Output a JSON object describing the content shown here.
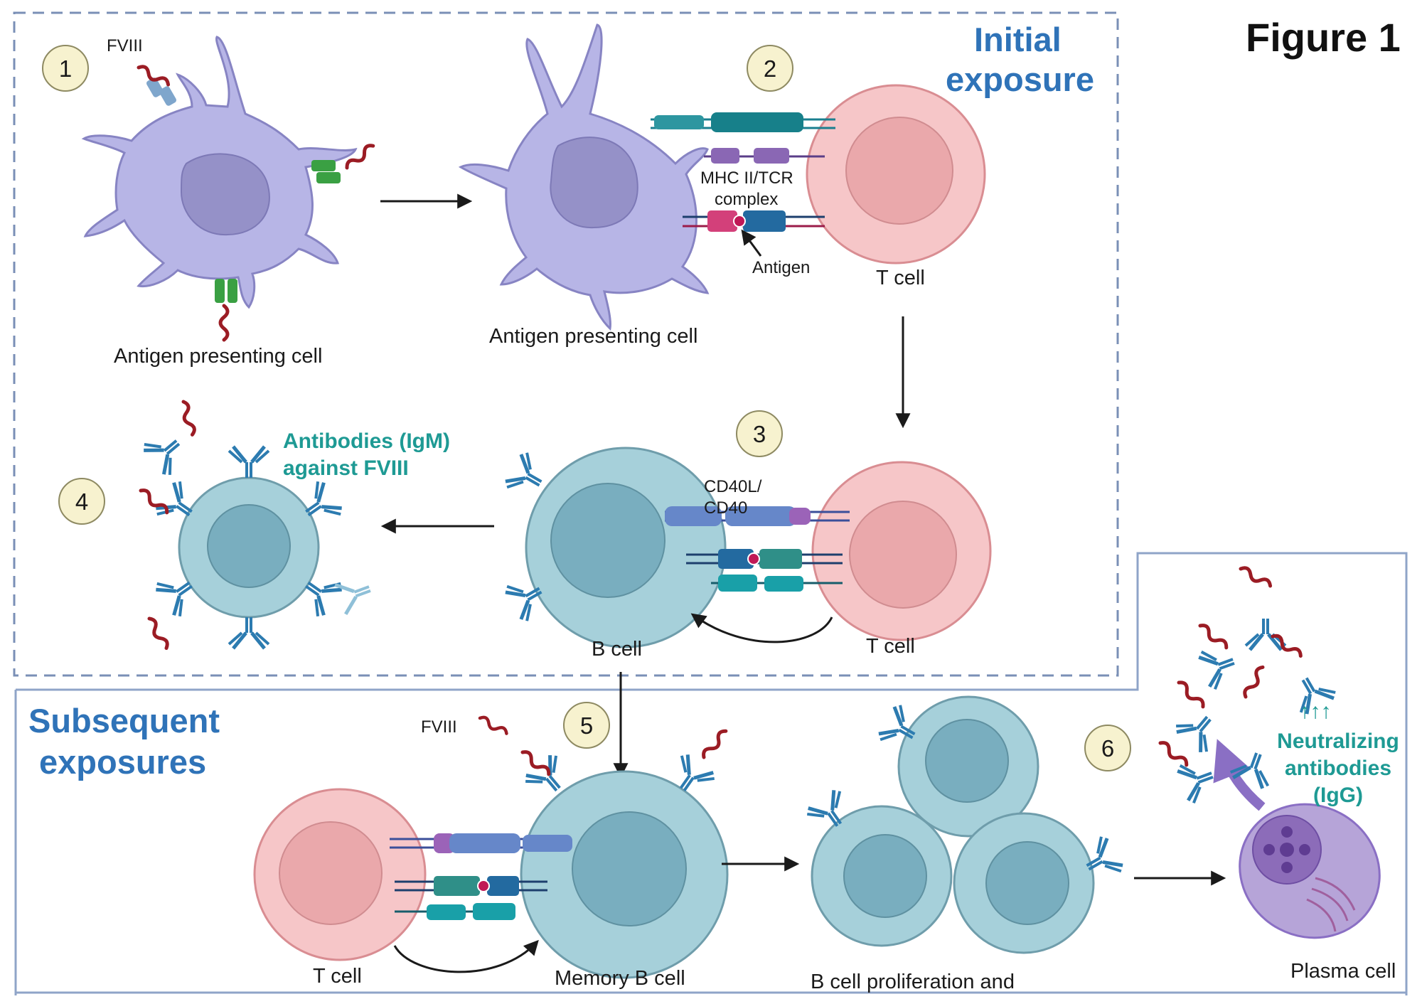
{
  "figure_label": "Figure 1",
  "sections": {
    "initial": "Initial exposure",
    "initial_line1": "Initial",
    "initial_line2": "exposure",
    "subsequent_line1": "Subsequent",
    "subsequent_line2": "exposures"
  },
  "steps": [
    "1",
    "2",
    "3",
    "4",
    "5",
    "6"
  ],
  "labels": {
    "fviii_top": "FVIII",
    "apc1": "Antigen presenting cell",
    "apc2": "Antigen presenting cell",
    "mhc_line1": "MHC II/TCR",
    "mhc_line2": "complex",
    "antigen": "Antigen",
    "tcell_top": "T cell",
    "cd40_line1": "CD40L/",
    "cd40_line2": "CD40",
    "bcell": "B cell",
    "tcell_mid": "T cell",
    "igm_line1": "Antibodies (IgM)",
    "igm_line2": "against FVIII",
    "fviii_bottom": "FVIII",
    "tcell_bottom": "T cell",
    "memory_bcell": "Memory B cell",
    "prolif": "B cell proliferation and",
    "neut_arrows": "↑↑↑",
    "neut_line1": "Neutralizing",
    "neut_line2": "antibodies",
    "neut_line3": "(IgG)",
    "plasma": "Plasma cell"
  },
  "colors": {
    "apc": "#b7b5e6",
    "apc_nucleus": "#9591c8",
    "tcell": "#f6c6c8",
    "tcell_nucleus": "#eaa8ab",
    "bcell": "#a6d0da",
    "bcell_nucleus": "#79aebf",
    "plasma": "#b6a4d8",
    "antibody": "#2c7bb0",
    "fviii": "#9b1c24",
    "frame": "#7a8fb6",
    "heading": "#2f73b8",
    "teal_text": "#1e9a94"
  }
}
